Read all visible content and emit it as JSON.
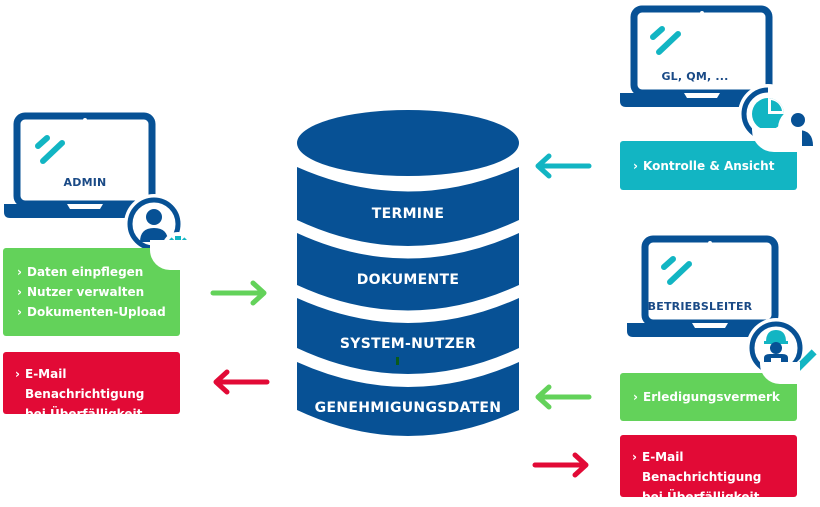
{
  "colors": {
    "navy": "#075195",
    "teal": "#12b5c3",
    "green": "#63d25a",
    "red": "#e20a36",
    "white": "#ffffff"
  },
  "database": {
    "icon": "database-cylinder-icon",
    "layers": [
      "TERMINE",
      "DOKUMENTE",
      "SYSTEM-NUTZER",
      "GENEHMIGUNGSDATEN"
    ]
  },
  "admin": {
    "laptop_label": "ADMIN",
    "badge_icon": "user-gear-icon",
    "tasks": [
      "Daten einpflegen",
      "Nutzer verwalten",
      "Dokumenten-Upload"
    ],
    "notification": [
      "E-Mail Benachrichtigung",
      "bei Überfälligkeit"
    ],
    "arrow_to_db": "arrow-right-icon",
    "arrow_from_db": "arrow-left-icon"
  },
  "management": {
    "laptop_label": "GL, QM, ...",
    "badge_icon": "chart-user-icon",
    "action": "Kontrolle & Ansicht",
    "arrow_from_db": "arrow-left-icon"
  },
  "operator": {
    "laptop_label": "BETRIEBSLEITER",
    "badge_icon": "worker-pencil-icon",
    "action": "Erledigungsvermerk",
    "notification": [
      "E-Mail Benachrichtigung",
      "bei Überfälligkeit"
    ],
    "arrow_to_db": "arrow-left-icon",
    "arrow_from_db": "arrow-right-icon"
  },
  "chevron": "›"
}
